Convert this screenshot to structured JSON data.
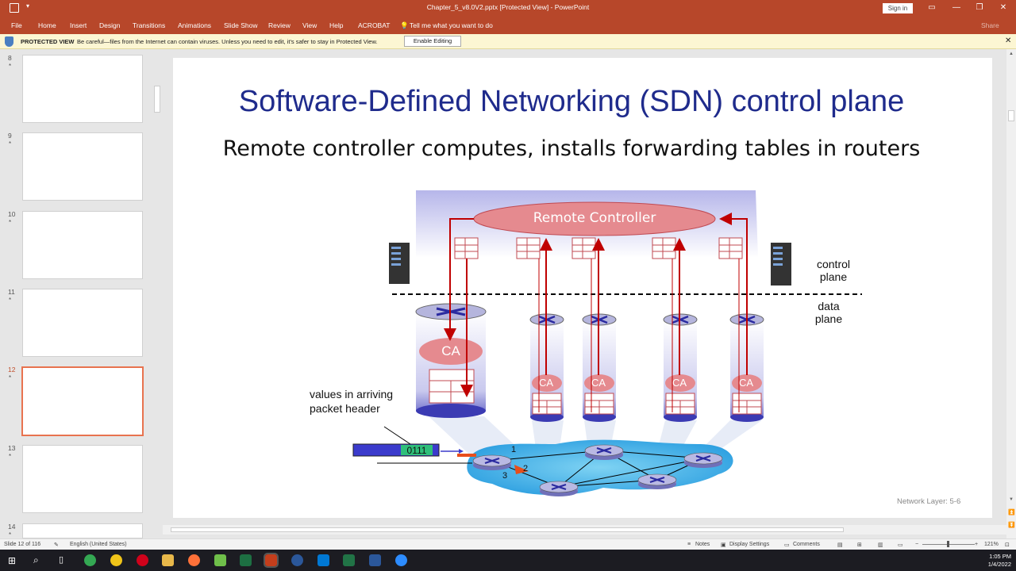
{
  "window": {
    "title": "Chapter_5_v8.0V2.pptx [Protected View] - PowerPoint",
    "signin": "Sign in"
  },
  "ribbon": {
    "tabs": [
      "File",
      "Home",
      "Insert",
      "Design",
      "Transitions",
      "Animations",
      "Slide Show",
      "Review",
      "View",
      "Help",
      "ACROBAT"
    ],
    "tell_me": "Tell me what you want to do",
    "share": "Share",
    "accent": "#b7472a"
  },
  "protected_view": {
    "label": "PROTECTED VIEW",
    "message": "Be careful—files from the Internet can contain viruses. Unless you need to edit, it's safer to stay in Protected View.",
    "button": "Enable Editing"
  },
  "thumbnails": [
    {
      "num": "8",
      "star": "*",
      "active": false
    },
    {
      "num": "9",
      "star": "*",
      "active": false
    },
    {
      "num": "10",
      "star": "*",
      "active": false
    },
    {
      "num": "11",
      "star": "*",
      "active": false
    },
    {
      "num": "12",
      "star": "*",
      "active": true
    },
    {
      "num": "13",
      "star": "*",
      "active": false
    },
    {
      "num": "14",
      "star": "*",
      "active": false
    }
  ],
  "slide": {
    "title": "Software-Defined Networking (SDN) control plane",
    "subtitle": "Remote controller computes, installs forwarding tables in routers",
    "remote_controller": "Remote Controller",
    "control_plane": [
      "control",
      "plane"
    ],
    "data_plane": [
      "data",
      "plane"
    ],
    "ca_label": "CA",
    "arriving_label": [
      "values in arriving",
      "packet header"
    ],
    "packet_value": "0111",
    "port_labels": [
      "1",
      "2",
      "3"
    ],
    "footer": "Network Layer: 5-6",
    "title_color": "#1f2b8c"
  },
  "status": {
    "slide_info": "Slide 12 of 116",
    "language": "English (United States)",
    "notes": "Notes",
    "display_settings": "Display Settings",
    "comments": "Comments",
    "zoom": "121%"
  },
  "taskbar": {
    "time": "1:05 PM",
    "date": "1/4/2022"
  }
}
